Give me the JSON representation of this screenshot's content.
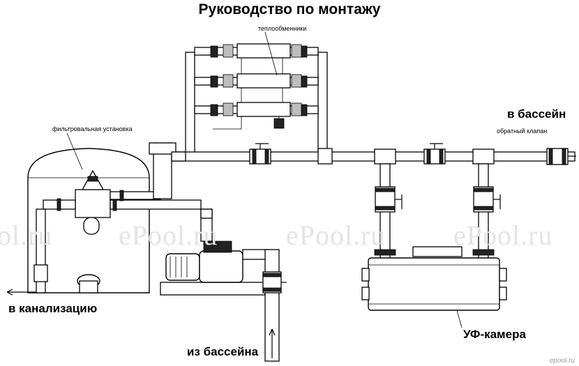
{
  "title": "Руководство по монтажу",
  "labels": {
    "heat_exchangers": "теплообменники",
    "to_pool": "в бассейн",
    "check_valve": "обратный клапан",
    "filter_unit": "фильтровальная установка",
    "to_sewer": "в канализацию",
    "from_pool": "из бассейна",
    "uv_chamber": "УФ-камера"
  },
  "watermarks": {
    "main": "ePool.ru",
    "left_fragment": "ol.ru",
    "corner": "epool.ru"
  }
}
